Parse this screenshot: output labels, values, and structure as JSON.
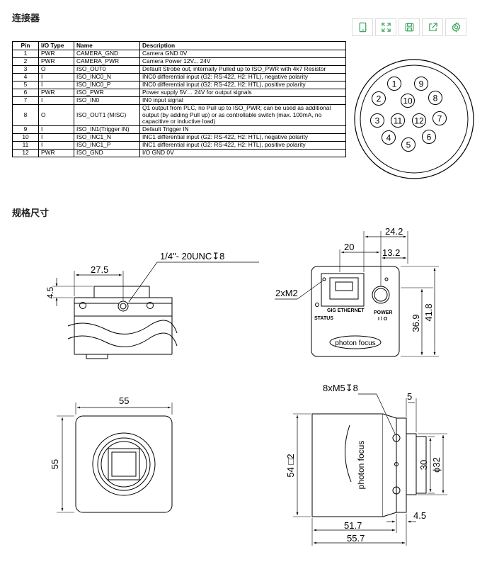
{
  "sections": {
    "connector_title": "连接器",
    "dimensions_title": "规格尺寸"
  },
  "toolbar": {
    "buttons": [
      {
        "icon": "tablet-icon"
      },
      {
        "icon": "fullscreen-icon"
      },
      {
        "icon": "save-icon"
      },
      {
        "icon": "share-icon"
      },
      {
        "icon": "gear-icon"
      }
    ],
    "accent_color": "#3aa55d"
  },
  "pin_table": {
    "headers": [
      "Pin",
      "I/O Type",
      "Name",
      "Description"
    ],
    "rows": [
      [
        "1",
        "PWR",
        "CAMERA_GND",
        "Camera GND 0V"
      ],
      [
        "2",
        "PWR",
        "CAMERA_PWR",
        "Camera Power 12V... 24V"
      ],
      [
        "3",
        "O",
        "ISO_OUT0",
        "Default Strobe out, internally Pulled up to ISO_PWR with 4k7 Resistor"
      ],
      [
        "4",
        "I",
        "ISO_INC0_N",
        "INC0 differential input (G2: RS-422, H2: HTL), negative polarity"
      ],
      [
        "5",
        "I",
        "ISO_INC0_P",
        "INC0 differential input (G2: RS-422, H2: HTL), positive polarity"
      ],
      [
        "6",
        "PWR",
        "ISO_PWR",
        "Power supply 5V… 24V for output signals"
      ],
      [
        "7",
        "I",
        "ISO_IN0",
        "IN0 input signal"
      ],
      [
        "8",
        "O",
        "ISO_OUT1 (MISC)",
        "Q1 output from PLC, no Pull up to ISO_PWR; can be used as additional output (by adding Pull up) or as controllable switch (max. 100mA, no capacitive or inductive load)"
      ],
      [
        "9",
        "I",
        "ISO_IN1(Trigger IN)",
        "Default Trigger IN"
      ],
      [
        "10",
        "I",
        "ISO_INC1_N",
        "INC1 differential input (G2: RS-422, H2: HTL), negative polarity"
      ],
      [
        "11",
        "I",
        "ISO_INC1_P",
        "INC1 differential input (G2: RS-422, H2: HTL), positive polarity"
      ],
      [
        "12",
        "PWR",
        "ISO_GND",
        "I/O GND 0V"
      ]
    ]
  },
  "connector_pins": [
    "1",
    "2",
    "3",
    "4",
    "5",
    "6",
    "7",
    "8",
    "9",
    "10",
    "11",
    "12"
  ],
  "drawing": {
    "top_view": {
      "thread": "1/4\"- 20UNC↧8",
      "width": "27.5",
      "height": "4.5"
    },
    "front_view": {
      "dims": [
        "24.2",
        "20",
        "13.2",
        "36.9",
        "41.8"
      ],
      "mount": "2xM2",
      "gige_label": "GIG ETHERNET",
      "status_label": "STATUS",
      "power_label": "POWER",
      "io_label": "I / O",
      "brand": "photon focus"
    },
    "face_view": {
      "width": "55",
      "height": "55"
    },
    "side_view": {
      "screws": "8xM5↧8",
      "dims": [
        "5",
        "30",
        "ϕ32",
        "54 □2",
        "4.5",
        "51.7",
        "55.7"
      ],
      "brand": "photon focus"
    }
  }
}
